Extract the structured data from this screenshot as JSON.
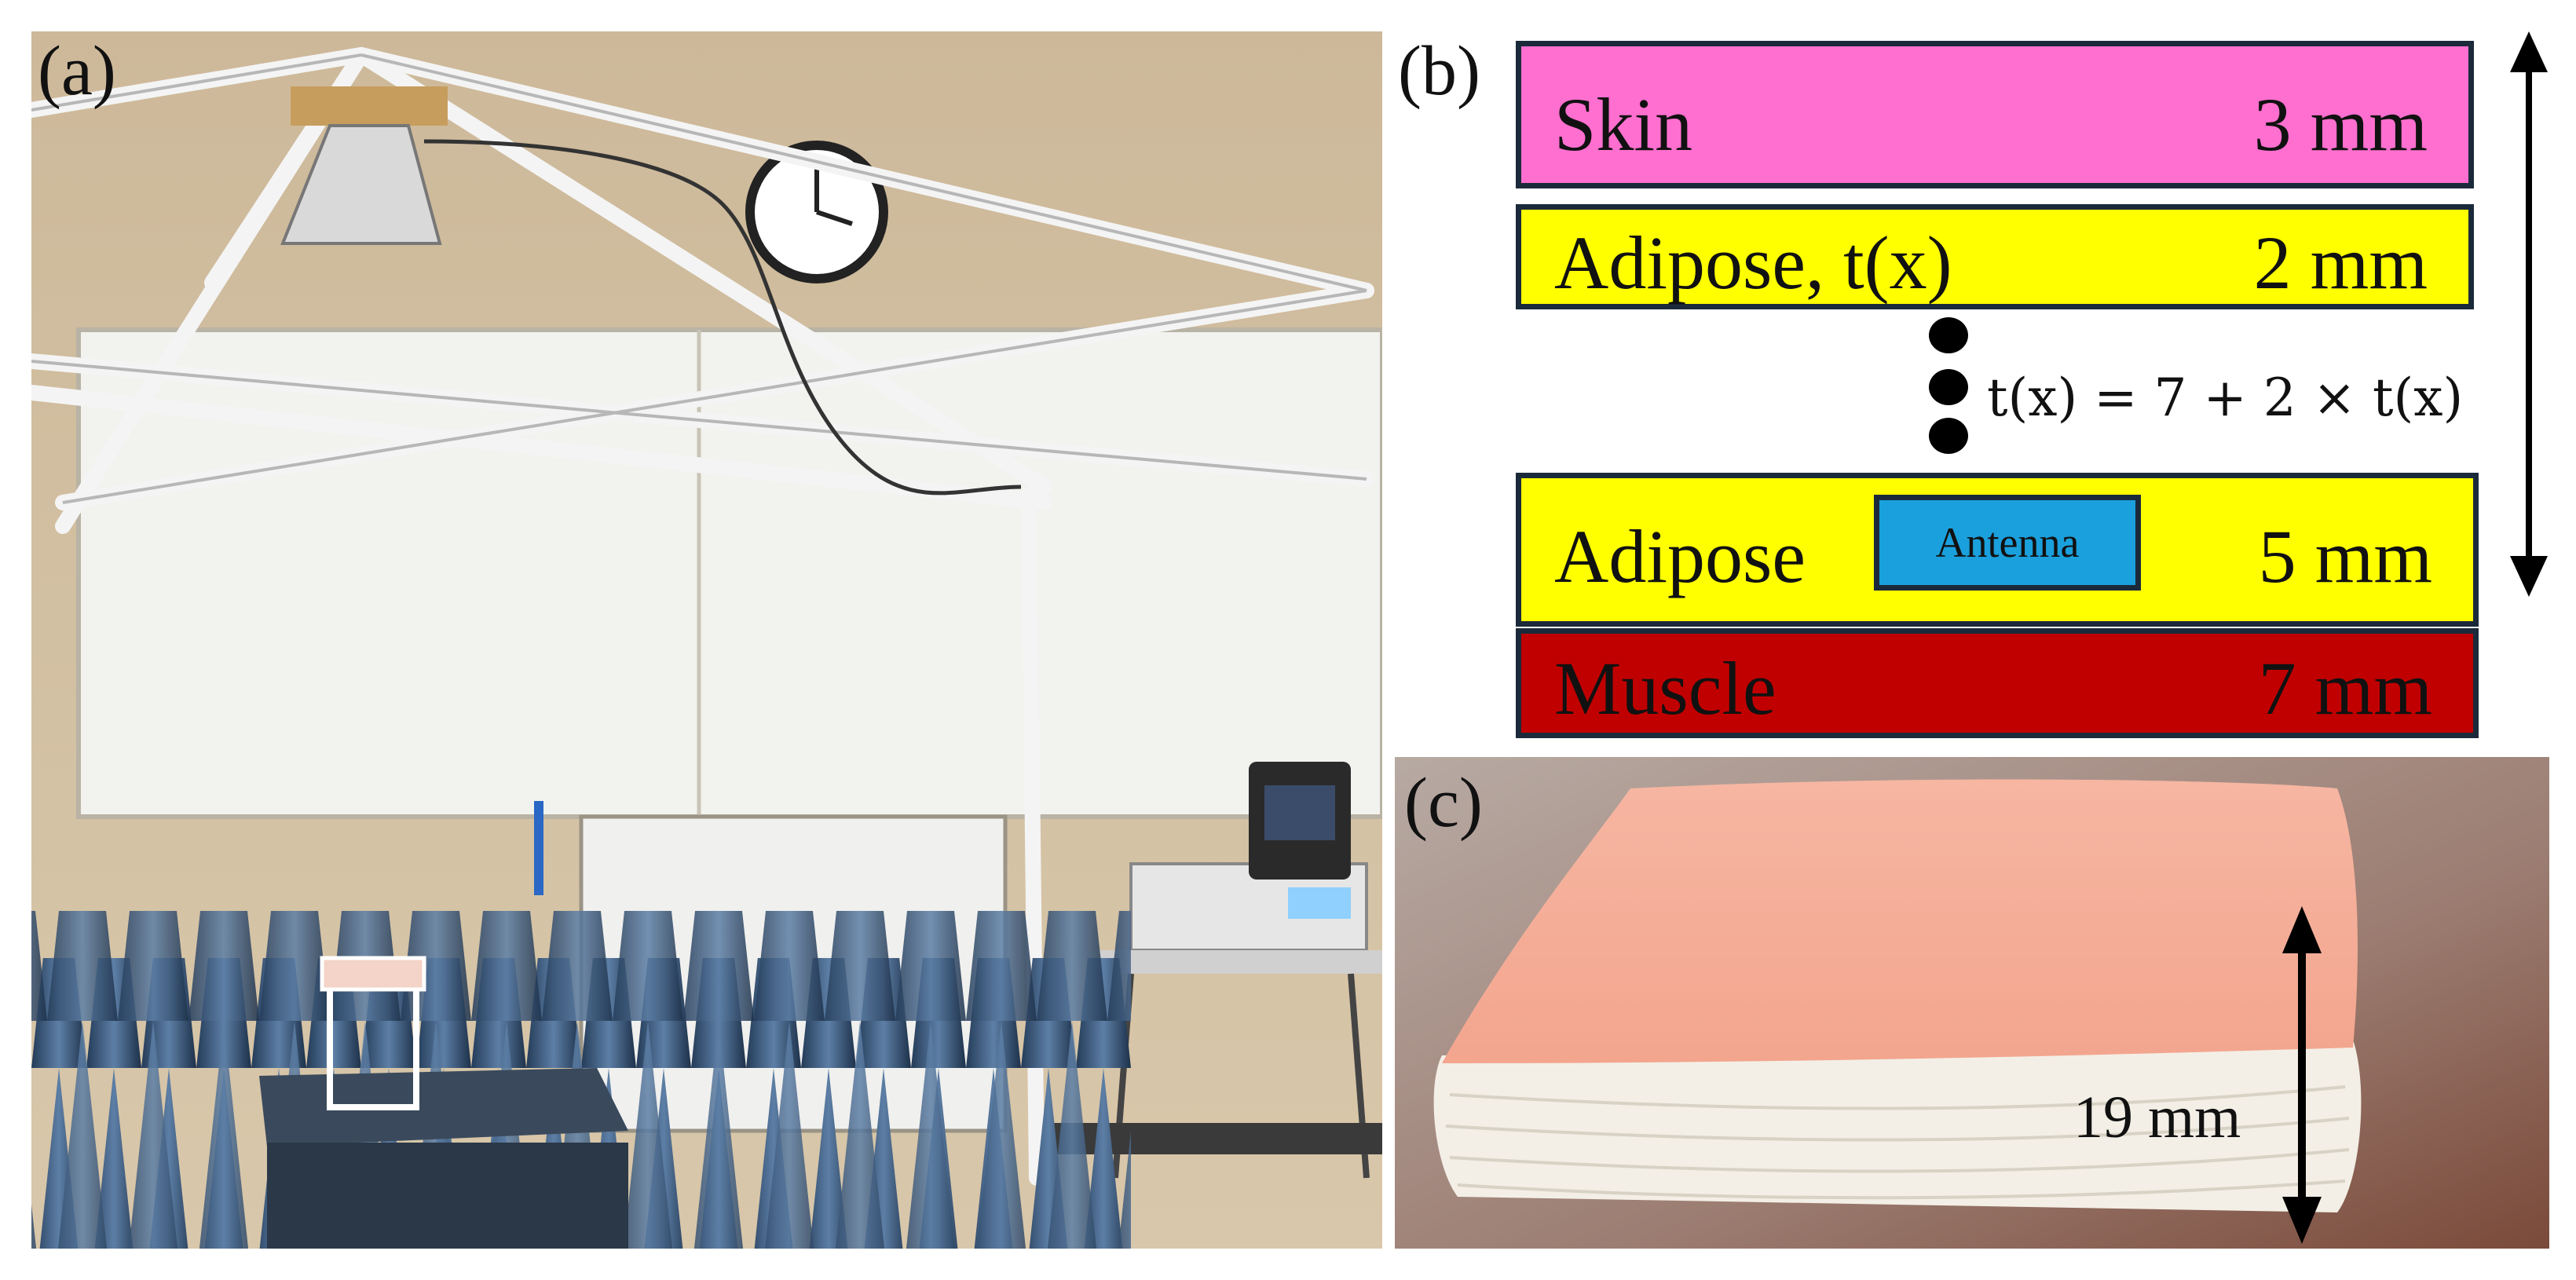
{
  "panels": {
    "a": {
      "label": "(a)"
    },
    "b": {
      "label": "(b)",
      "layers": [
        {
          "name": "Skin",
          "thickness": "3 mm",
          "color": "#ff6fcf"
        },
        {
          "name": "Adipose, t(x)",
          "thickness": "2 mm",
          "color": "#ffff00"
        },
        {
          "name": "Adipose",
          "thickness": "5 mm",
          "color": "#ffff00"
        },
        {
          "name": "Muscle",
          "thickness": "7 mm",
          "color": "#c00000"
        }
      ],
      "antenna": {
        "label": "Antenna",
        "color": "#1aa0dc"
      },
      "formula": "t(x) = 7 + 2 × t(x)"
    },
    "c": {
      "label": "(c)",
      "dimension": "19 mm"
    }
  }
}
